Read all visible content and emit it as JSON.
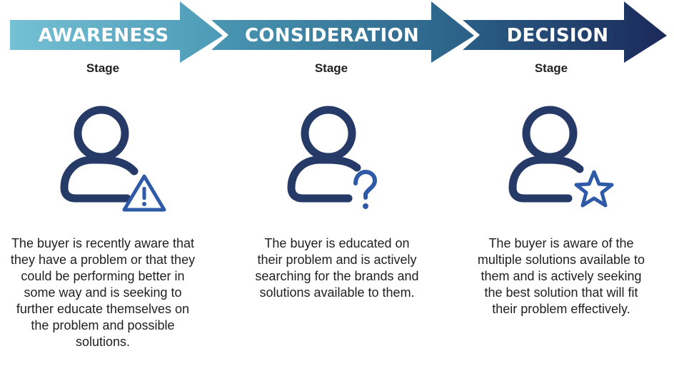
{
  "colors": {
    "arrow_start": "#6fbad0",
    "arrow_mid": "#2d7191",
    "arrow_end": "#1b2a5a",
    "icon_stroke": "#253a66",
    "badge_blue": "#2e5aa8"
  },
  "stages": [
    {
      "title": "AWARENESS",
      "subtitle": "Stage",
      "icon": "person-warning-icon",
      "description": "The buyer is recently aware that they have a problem or that they could be performing better in some way and is seeking to further educate themselves on the problem and possible solutions."
    },
    {
      "title": "CONSIDERATION",
      "subtitle": "Stage",
      "icon": "person-question-icon",
      "description": "The buyer is educated on their problem and is actively searching for the brands and solutions available to them."
    },
    {
      "title": "DECISION",
      "subtitle": "Stage",
      "icon": "person-star-icon",
      "description": "The buyer is aware of the multiple solutions available to them and is actively seeking the best solution that will fit their problem effectively."
    }
  ]
}
